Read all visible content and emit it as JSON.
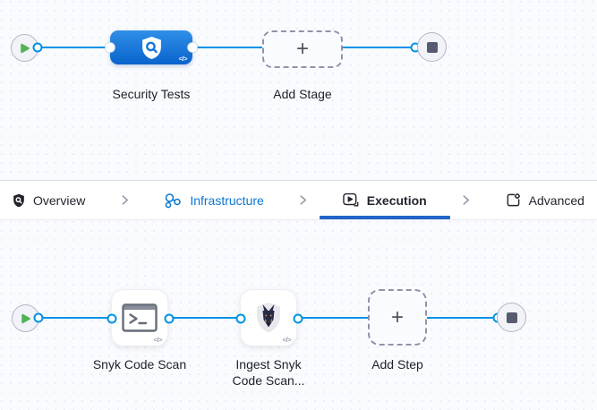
{
  "stage_canvas": {
    "start_icon": "play-icon",
    "end_icon": "stop-icon",
    "stage": {
      "label": "Security Tests",
      "icon": "security-scan-shield-icon",
      "code_glyph": "</>"
    },
    "add_stage": {
      "label": "Add Stage",
      "plus": "+"
    }
  },
  "tab_bar": {
    "separator_icon": "chevron-right-icon",
    "tabs": [
      {
        "label": "Overview",
        "icon": "shield-scan-icon",
        "active": false
      },
      {
        "label": "Infrastructure",
        "icon": "infrastructure-cluster-icon",
        "active": false
      },
      {
        "label": "Execution",
        "icon": "execution-play-box-icon",
        "active": true
      },
      {
        "label": "Advanced",
        "icon": "advanced-file-gear-icon",
        "active": false
      }
    ]
  },
  "execution_canvas": {
    "start_icon": "play-icon",
    "end_icon": "stop-icon",
    "steps": [
      {
        "label": "Snyk Code Scan",
        "icon": "terminal-icon",
        "code_glyph": "</>"
      },
      {
        "label": "Ingest Snyk Code Scan...",
        "icon": "snyk-dog-icon",
        "code_glyph": "</>"
      }
    ],
    "add_step": {
      "label": "Add Step",
      "plus": "+"
    }
  },
  "colors": {
    "accent_blue": "#0278d5",
    "connector_line_blue": "#0092e4",
    "stage_node_blue": "#1873d8",
    "active_tab_underline": "#2264c9",
    "play_green": "#52b257",
    "stop_square_gray": "#565b6f",
    "infrastructure_text_blue": "#0b76d0"
  }
}
